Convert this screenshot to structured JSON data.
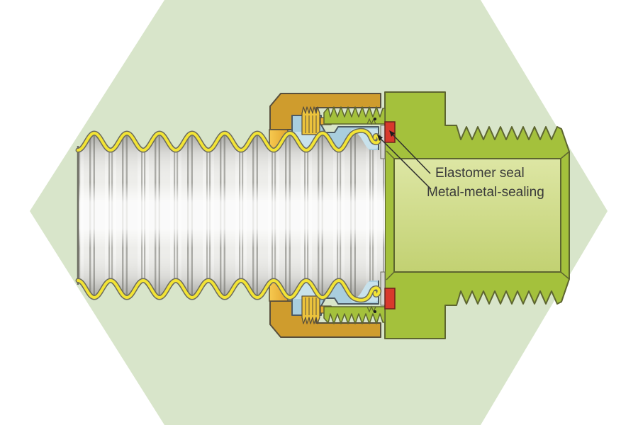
{
  "labels": {
    "elastomer": "Elastomer seal",
    "metal_metal": "Metal-metal-sealing"
  },
  "colors": {
    "background": "#ffffff",
    "hexagon": "#d8e5ca",
    "fitting_green": "#a4c13c",
    "fitting_outline": "#5d6530",
    "bore_light_green": "#d4e098",
    "union_nut_orange": "#cf9c2d",
    "nut_strip_light_orange": "#f1bc42",
    "collet_blue": "#a9cede",
    "collet_light_blue": "#c8e2ec",
    "spring_yellow": "#ecc33c",
    "hose_liner_yellow": "#f3e435",
    "hose_gray": "#f2f2f0",
    "elastomer_seal_red": "#d8392c",
    "leader_line": "#2e2e2e",
    "label_text": "#3a3a3a"
  },
  "components": [
    {
      "name": "hexagon-background",
      "color": "#d8e5ca"
    },
    {
      "name": "corrugated-metal-hose",
      "color": "#f2f2f0"
    },
    {
      "name": "hose-profile-liner",
      "color": "#f3e435"
    },
    {
      "name": "union-nut",
      "color": "#cf9c2d"
    },
    {
      "name": "clamping-collet",
      "color": "#a9cede"
    },
    {
      "name": "coil-spring",
      "color": "#ecc33c"
    },
    {
      "name": "threaded-insert",
      "color": "#a4c13c"
    },
    {
      "name": "fitting-body-male-thread",
      "color": "#a4c13c"
    },
    {
      "name": "elastomer-seal",
      "color": "#d8392c"
    }
  ]
}
